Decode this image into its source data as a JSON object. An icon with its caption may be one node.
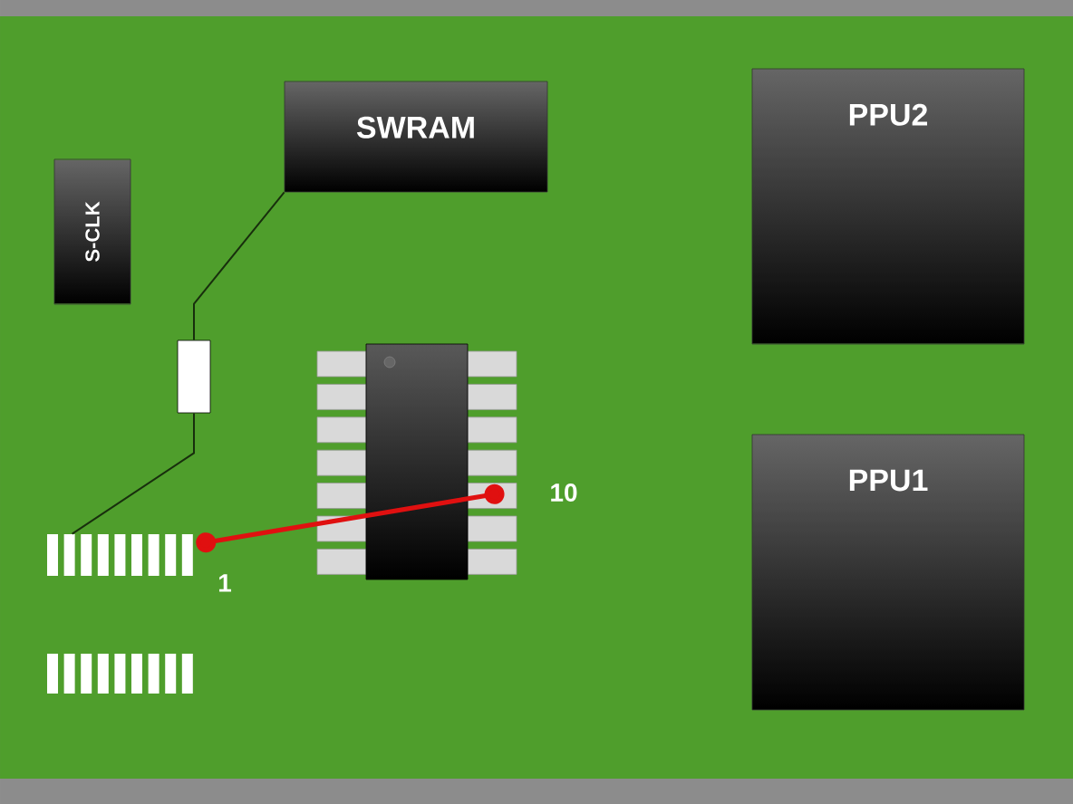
{
  "diagram": {
    "nodes": [
      {
        "text": [
          "S-CLK"
        ]
      },
      {
        "text": [
          "SWRAM"
        ]
      },
      {
        "text": [
          "PPU2"
        ]
      },
      {
        "text": [
          "PPU1"
        ]
      },
      {
        "text": [],
        "shape": "box"
      },
      {
        "text": [],
        "shape": "bar",
        "beside": [
          "1"
        ]
      },
      {
        "text": [],
        "shape": "box",
        "beside": [
          "10"
        ]
      }
    ],
    "edges": [
      {
        "from": 1,
        "to": 4,
        "arrow": "none"
      },
      {
        "from": 4,
        "to": 5,
        "arrow": "none"
      },
      {
        "from": 5,
        "to": 6,
        "arrow": "other",
        "style": "thick",
        "color": "#e01010"
      }
    ]
  }
}
